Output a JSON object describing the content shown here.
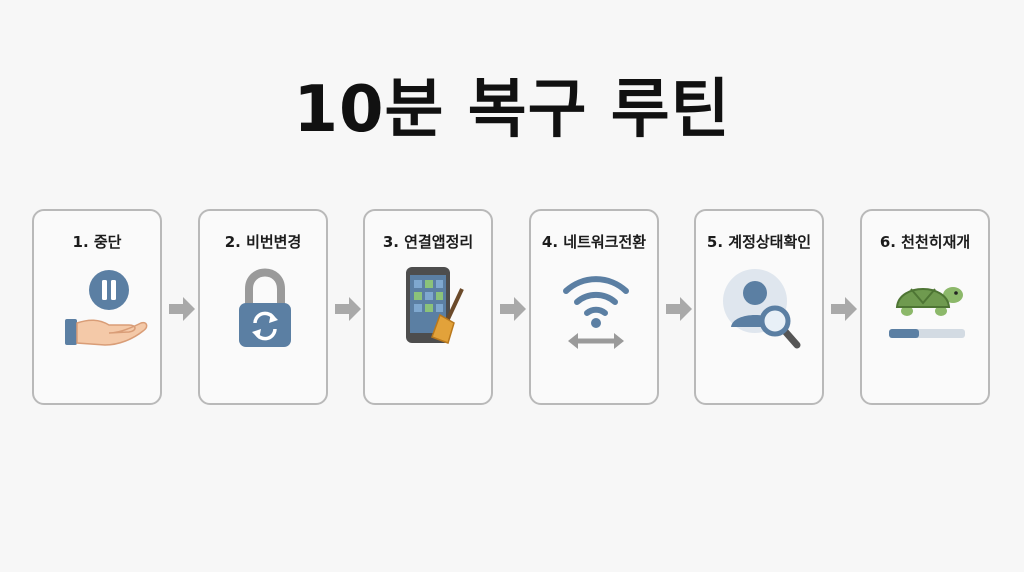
{
  "title": "10분 복구 루틴",
  "steps": [
    {
      "label": "1. 중단",
      "icon": "hand-pause-icon"
    },
    {
      "label": "2. 비번변경",
      "icon": "lock-refresh-icon"
    },
    {
      "label": "3. 연결앱정리",
      "icon": "phone-broom-icon"
    },
    {
      "label": "4. 네트워크전환",
      "icon": "wifi-switch-icon"
    },
    {
      "label": "5. 계정상태확인",
      "icon": "user-search-icon"
    },
    {
      "label": "6. 천천히재개",
      "icon": "turtle-progress-icon"
    }
  ],
  "colors": {
    "icon_blue": "#5b7fa3",
    "arrow_gray": "#a9a9a9",
    "card_border": "#b9b9b9",
    "turtle_green": "#6f9a4f"
  }
}
